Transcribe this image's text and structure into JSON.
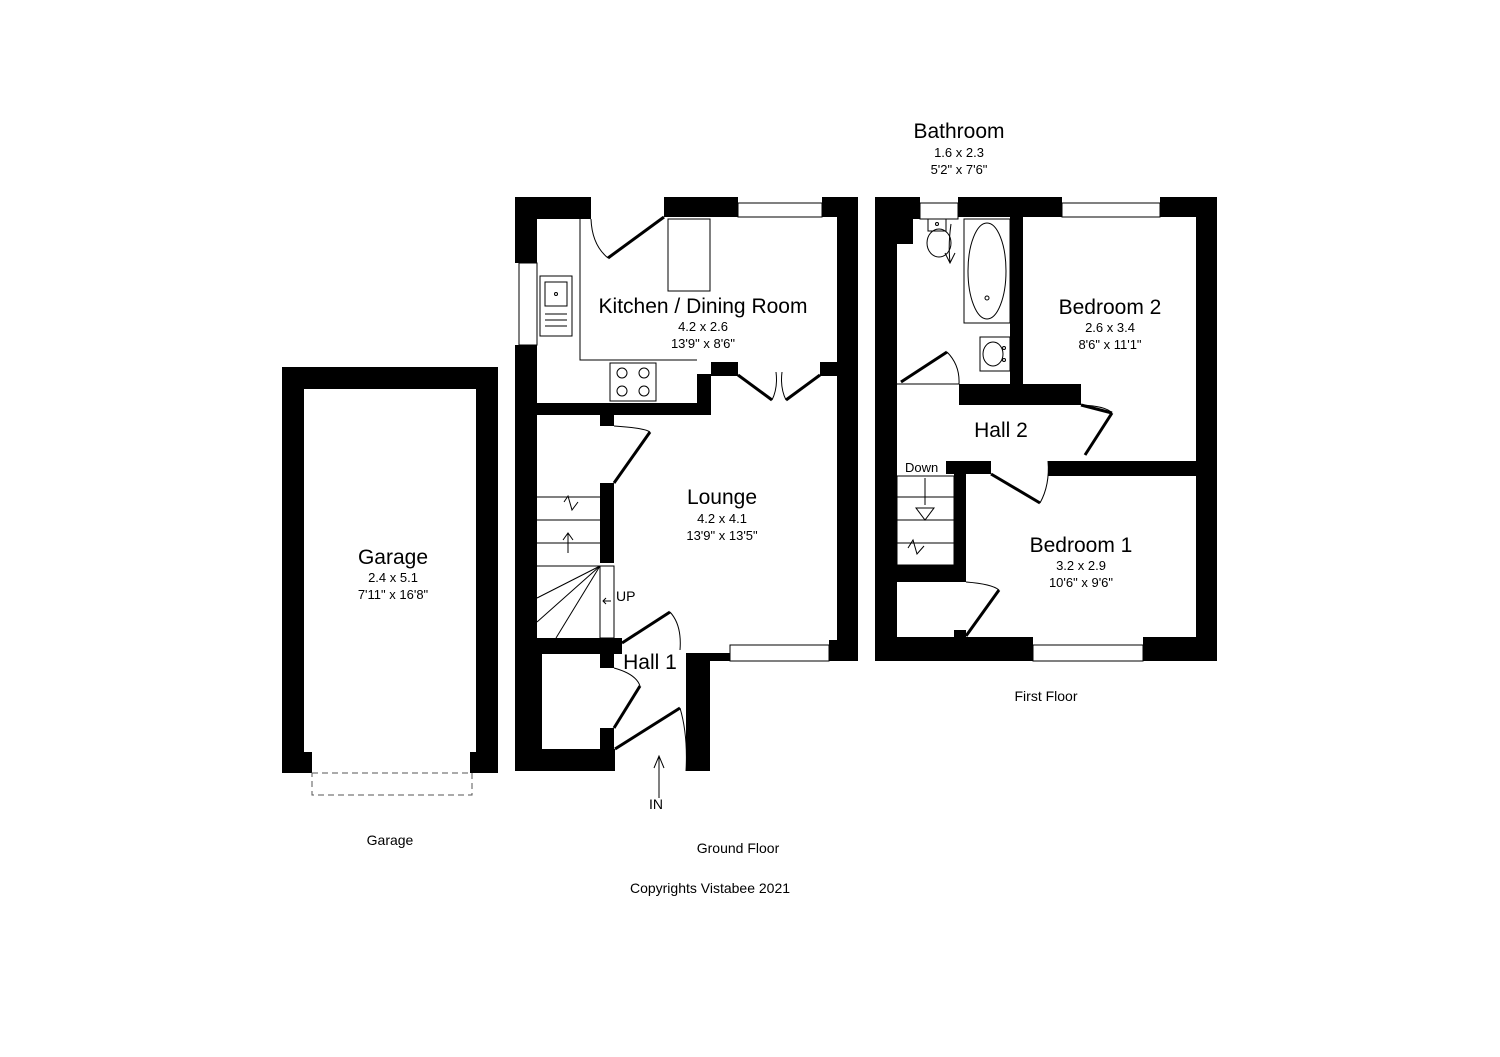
{
  "rooms": {
    "garage": {
      "name": "Garage",
      "metric": "2.4 x 5.1",
      "imperial": "7'11\" x 16'8\""
    },
    "kitchen": {
      "name": "Kitchen / Dining Room",
      "metric": "4.2 x 2.6",
      "imperial": "13'9\" x 8'6\""
    },
    "lounge": {
      "name": "Lounge",
      "metric": "4.2 x 4.1",
      "imperial": "13'9\" x 13'5\""
    },
    "hall1": {
      "name": "Hall 1"
    },
    "bathroom": {
      "name": "Bathroom",
      "metric": "1.6 x 2.3",
      "imperial": "5'2\" x 7'6\""
    },
    "bedroom2": {
      "name": "Bedroom 2",
      "metric": "2.6 x 3.4",
      "imperial": "8'6\" x 11'1\""
    },
    "hall2": {
      "name": "Hall 2"
    },
    "bedroom1": {
      "name": "Bedroom 1",
      "metric": "3.2 x 2.9",
      "imperial": "10'6\" x 9'6\""
    }
  },
  "markers": {
    "up": "UP",
    "down": "Down",
    "entrance": "IN"
  },
  "captions": {
    "garage": "Garage",
    "ground_floor": "Ground Floor",
    "first_floor": "First Floor",
    "copyright": "Copyrights Vistabee 2021"
  }
}
